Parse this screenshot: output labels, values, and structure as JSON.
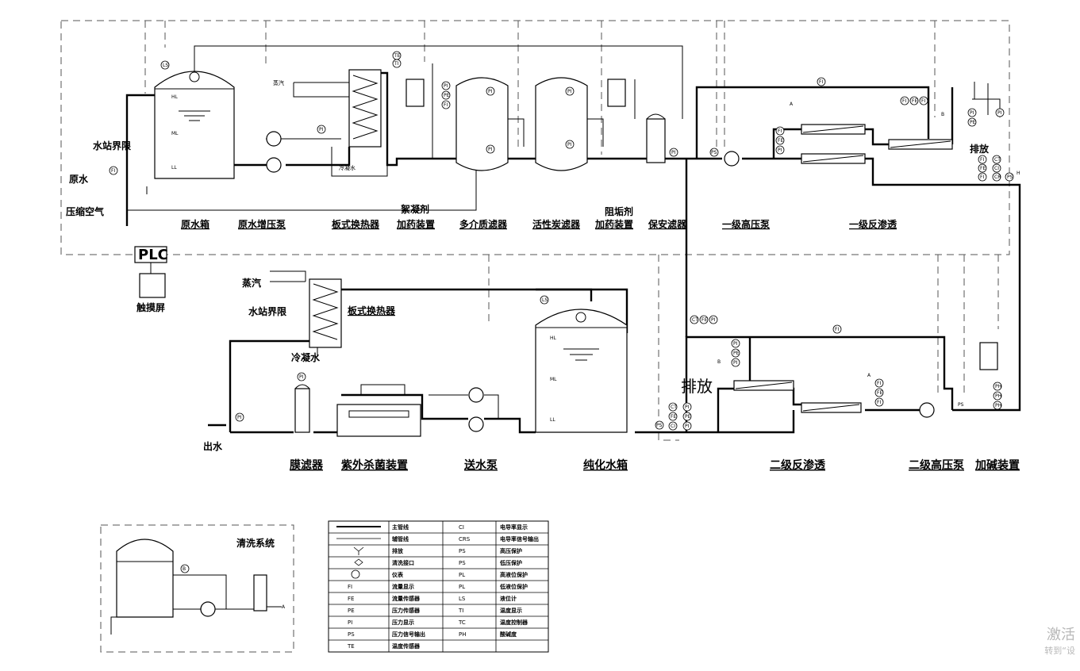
{
  "labels": {
    "raw_water": "原水",
    "compressed_air": "压缩空气",
    "station_boundary": "水站界限",
    "steam": "蒸汽",
    "condensate": "冷凝水",
    "flocculant": "絮凝剂",
    "antiscalant": "阻垢剂",
    "drain": "排放",
    "plc": "PLC",
    "touchscreen": "触摸屏",
    "station_boundary_2": "水站界限",
    "steam_2": "蒸汽",
    "condensate_2": "冷凝水",
    "plate_hx_2": "板式换热器",
    "outlet": "出水",
    "drain_big": "排放",
    "cleaning_system": "清洗系统"
  },
  "equipment_top": [
    "原水箱",
    "原水增压泵",
    "板式换热器",
    "加药装置",
    "多介质滤器",
    "活性炭滤器",
    "加药装置",
    "保安滤器",
    "一级高压泵",
    "一级反渗透"
  ],
  "equipment_bottom": [
    "膜滤器",
    "紫外杀菌装置",
    "送水泵",
    "纯化水箱",
    "二级反渗透",
    "二级高压泵",
    "加碱装置"
  ],
  "tank_levels": {
    "hl": "HL",
    "ml": "ML",
    "ll": "LL"
  },
  "instruments": {
    "fi": "FI",
    "fe": "FE",
    "pe": "PE",
    "pi": "PI",
    "ps": "PS",
    "te": "TE",
    "ti": "TI",
    "ci": "CI",
    "ls": "LS",
    "ct": "CT",
    "cr": "CR",
    "ph": "PH",
    "pl": "PL",
    "a": "A",
    "b": "B",
    "h": "H"
  },
  "legend": {
    "left": [
      {
        "code": "",
        "text": "主管线"
      },
      {
        "code": "",
        "text": "辅管线"
      },
      {
        "code": "",
        "text": "排放"
      },
      {
        "code": "",
        "text": "清洗接口"
      },
      {
        "code": "",
        "text": "仪表"
      },
      {
        "code": "FI",
        "text": "流量显示"
      },
      {
        "code": "FE",
        "text": "流量传感器"
      },
      {
        "code": "PE",
        "text": "压力传感器"
      },
      {
        "code": "PI",
        "text": "压力显示"
      },
      {
        "code": "PS",
        "text": "压力信号输出"
      },
      {
        "code": "TE",
        "text": "温度传感器"
      }
    ],
    "right": [
      {
        "code": "CI",
        "text": "电导率显示"
      },
      {
        "code": "CRS",
        "text": "电导率信号输出"
      },
      {
        "code": "PS",
        "text": "高压保护"
      },
      {
        "code": "PS",
        "text": "低压保护"
      },
      {
        "code": "PL",
        "text": "高液位保护"
      },
      {
        "code": "PL",
        "text": "低液位保护"
      },
      {
        "code": "LS",
        "text": "液位计"
      },
      {
        "code": "TI",
        "text": "温度显示"
      },
      {
        "code": "TC",
        "text": "温度控制器"
      },
      {
        "code": "PH",
        "text": "酸碱度"
      },
      {
        "code": "",
        "text": ""
      }
    ]
  },
  "watermark": {
    "line1": "激活",
    "line2": "转到“设"
  }
}
